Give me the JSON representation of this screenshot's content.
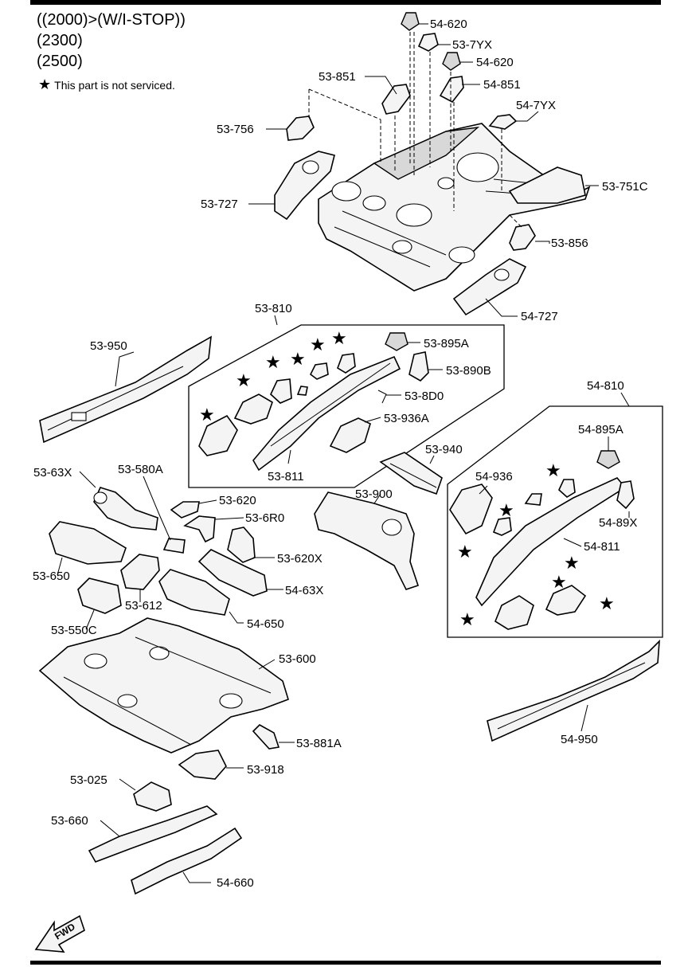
{
  "header": {
    "line1": "((2000)>(W/I-STOP))",
    "line2": "(2300)",
    "line3": "(2500)",
    "note_symbol": "★",
    "note_text": "This part is not serviced."
  },
  "fwd_label": "FWD",
  "callouts": {
    "c54_620a": "54-620",
    "c53_7yx": "53-7YX",
    "c54_620b": "54-620",
    "c53_851": "53-851",
    "c54_851": "54-851",
    "c54_7yx": "54-7YX",
    "c53_756": "53-756",
    "c53_727": "53-727",
    "c53_751c": "53-751C",
    "c53_856": "53-856",
    "c54_727": "54-727",
    "c53_810": "53-810",
    "c53_950": "53-950",
    "c53_895a": "53-895A",
    "c53_890b": "53-890B",
    "c53_8d0": "53-8D0",
    "c53_936a": "53-936A",
    "c53_811": "53-811",
    "c54_810": "54-810",
    "c54_895a": "54-895A",
    "c53_940": "53-940",
    "c54_936": "54-936",
    "c53_63x": "53-63X",
    "c53_580a": "53-580A",
    "c53_620": "53-620",
    "c53_6r0": "53-6R0",
    "c53_900": "53-900",
    "c54_89x": "54-89X",
    "c54_811": "54-811",
    "c53_620x": "53-620X",
    "c53_650": "53-650",
    "c53_612": "53-612",
    "c54_63x": "54-63X",
    "c53_550c": "53-550C",
    "c54_650": "54-650",
    "c53_600": "53-600",
    "c54_950": "54-950",
    "c53_881a": "53-881A",
    "c53_918": "53-918",
    "c53_025": "53-025",
    "c53_660": "53-660",
    "c54_660": "54-660"
  }
}
